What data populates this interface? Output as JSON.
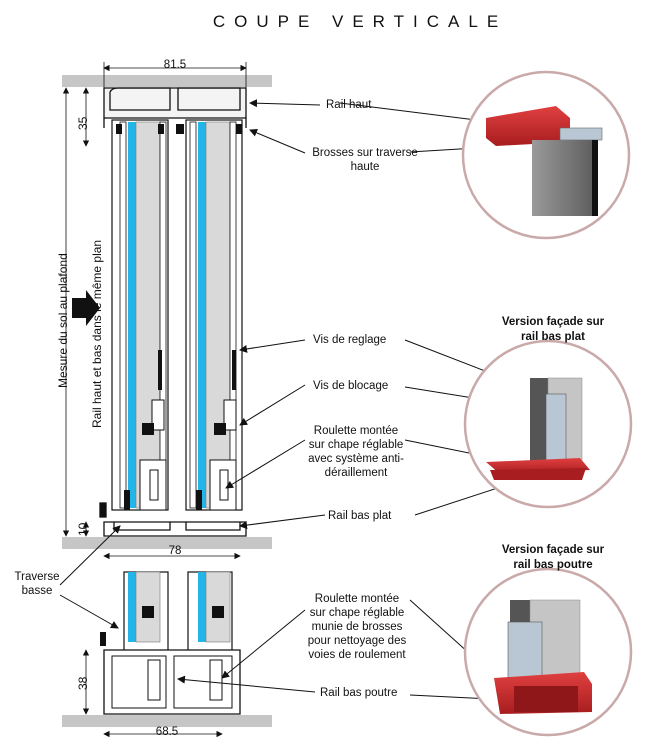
{
  "title": "COUPE VERTICALE",
  "dimensions": {
    "top_width": "81.5",
    "rail_haut_height": "35",
    "floor_gap": "10",
    "bottom_width": "78",
    "poutre_height": "38",
    "poutre_width": "68.5"
  },
  "vertical_labels": {
    "mesure": "Mesure du sol au plafond",
    "rail_plan": "Rail haut et bas dans le même plan"
  },
  "callouts": {
    "rail_haut": "Rail haut",
    "brosses_1": "Brosses sur traverse",
    "brosses_2": "haute",
    "vis_reglage": "Vis de reglage",
    "vis_blocage": "Vis de blocage",
    "roulette_1_l1": "Roulette montée",
    "roulette_1_l2": "sur chape réglable",
    "roulette_1_l3": "avec système anti-",
    "roulette_1_l4": "déraillement",
    "rail_bas_plat": "Rail bas plat",
    "traverse_1": "Traverse",
    "traverse_2": "basse",
    "roulette_2_l1": "Roulette montée",
    "roulette_2_l2": "sur chape réglable",
    "roulette_2_l3": "munie de brosses",
    "roulette_2_l4": "pour nettoyage des",
    "roulette_2_l5": "voies de roulement",
    "rail_bas_poutre": "Rail bas poutre"
  },
  "detail_headers": {
    "plat_l1": "Version façade sur",
    "plat_l2": "rail bas plat",
    "poutre_l1": "Version façade sur",
    "poutre_l2": "rail bas poutre"
  },
  "colors": {
    "glass": "#23b5e8",
    "panel": "#d9d9d9",
    "slab": "#c6c6c6",
    "circle": "#c9a9a9",
    "rail_red": "#c9282a"
  }
}
